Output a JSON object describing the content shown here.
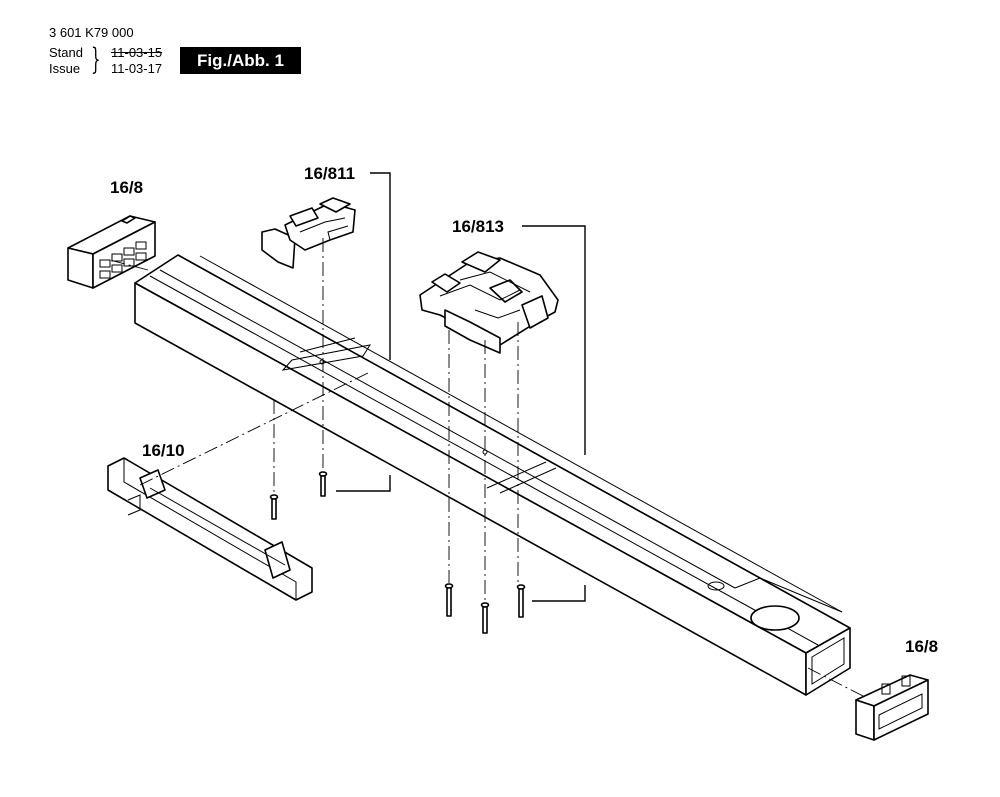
{
  "header": {
    "part_number": "3 601 K79 000",
    "stand_label": "Stand",
    "issue_label": "Issue",
    "stand_date": "11-03-15",
    "issue_date": "11-03-17",
    "figure_badge": "Fig./Abb. 1"
  },
  "callouts": {
    "end_cap_left": "16/8",
    "bracket_small": "16/811",
    "carriage": "16/813",
    "side_rail": "16/10",
    "end_cap_right": "16/8"
  }
}
